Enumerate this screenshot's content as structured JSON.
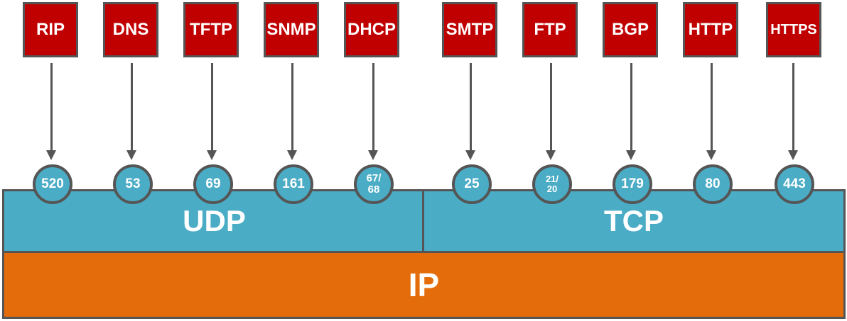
{
  "protocols": [
    {
      "name": "RIP",
      "port": "520",
      "transport": "UDP"
    },
    {
      "name": "DNS",
      "port": "53",
      "transport": "UDP"
    },
    {
      "name": "TFTP",
      "port": "69",
      "transport": "UDP"
    },
    {
      "name": "SNMP",
      "port": "161",
      "transport": "UDP"
    },
    {
      "name": "DHCP",
      "port": "67/",
      "port_line2": "68",
      "transport": "UDP"
    },
    {
      "name": "SMTP",
      "port": "25",
      "transport": "TCP"
    },
    {
      "name": "FTP",
      "port": "21/",
      "port_line2": "20",
      "transport": "TCP"
    },
    {
      "name": "BGP",
      "port": "179",
      "transport": "TCP"
    },
    {
      "name": "HTTP",
      "port": "80",
      "transport": "TCP"
    },
    {
      "name": "HTTPS",
      "port": "443",
      "transport": "TCP"
    }
  ],
  "layers": {
    "udp": "UDP",
    "tcp": "TCP",
    "ip": "IP"
  },
  "colors": {
    "application": "#c00000",
    "transport": "#4bacc6",
    "network": "#e46c0a",
    "border": "#555555",
    "text": "#ffffff"
  }
}
